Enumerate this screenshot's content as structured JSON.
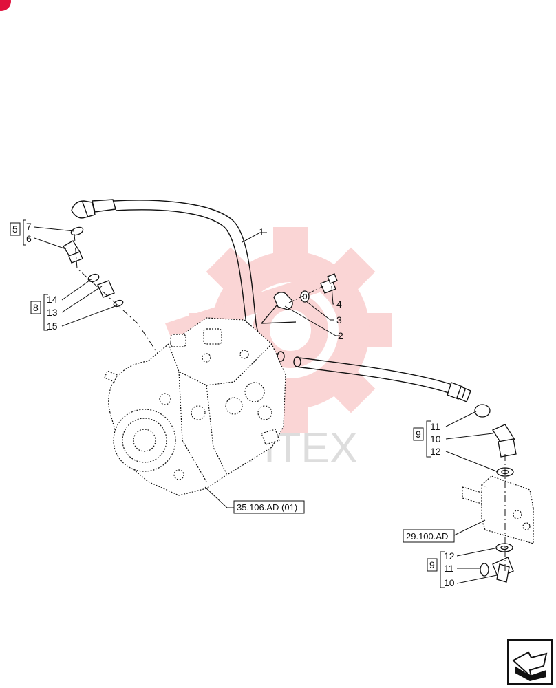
{
  "diagram": {
    "callouts": {
      "c1": "1",
      "c2": "2",
      "c3": "3",
      "c4": "4",
      "c5_group": "5",
      "c6": "6",
      "c7": "7",
      "c8_group": "8",
      "c13": "13",
      "c14": "14",
      "c15": "15",
      "c9_group_top": "9",
      "c10_top": "10",
      "c11_top": "11",
      "c12_top": "12",
      "c9_group_bottom": "9",
      "c10_bottom": "10",
      "c11_bottom": "11",
      "c12_bottom": "12"
    },
    "references": {
      "pump": "35.106.AD (01)",
      "valve": "29.100.AD"
    },
    "watermark": "CHTEX",
    "colors": {
      "line": "#111111",
      "watermark": "#f7b3b3",
      "corner_badge": "#e0103c"
    },
    "icons": {
      "corner": "corner-badge-icon",
      "nav": "next-page-arrow-icon"
    }
  }
}
